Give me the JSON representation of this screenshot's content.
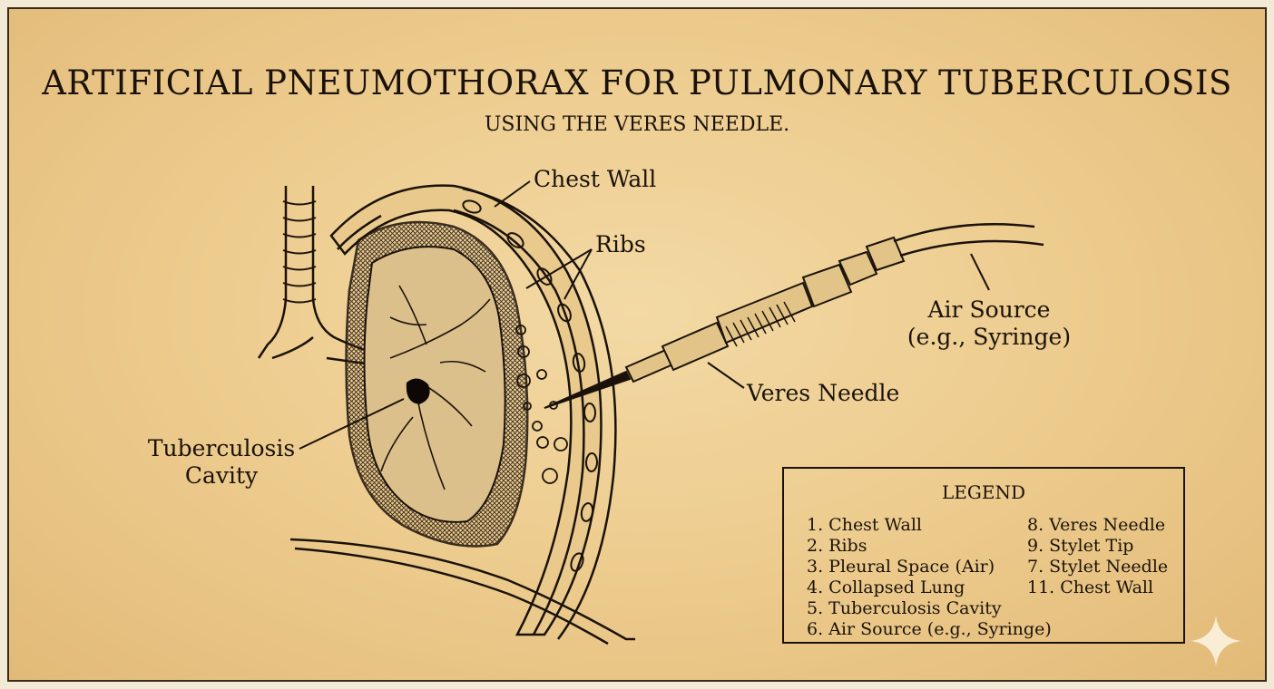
{
  "title": "ARTIFICIAL PNEUMOTHORAX FOR PULMONARY TUBERCULOSIS",
  "subtitle": "USING THE VERES NEEDLE.",
  "labels": {
    "chest_wall": "Chest Wall",
    "ribs": "Ribs",
    "air_source_line1": "Air Source",
    "air_source_line2": "(e.g., Syringe)",
    "veres_needle": "Veres Needle",
    "tb_cavity_line1": "Tuberculosis",
    "tb_cavity_line2": "Cavity"
  },
  "legend": {
    "title": "LEGEND",
    "left": [
      "1. Chest Wall",
      "2. Ribs",
      "3. Pleural Space (Air)",
      "4. Collapsed Lung",
      "5. Tuberculosis Cavity",
      "6. Air Source (e.g., Syringe)"
    ],
    "right": [
      "8. Veres Needle",
      "9. Stylet Tip",
      "7. Stylet Needle",
      "11. Chest Wall"
    ]
  },
  "colors": {
    "parchment": "#ecca8c",
    "ink": "#1a120a"
  },
  "icons": {
    "corner_mark": "sparkle-icon"
  }
}
